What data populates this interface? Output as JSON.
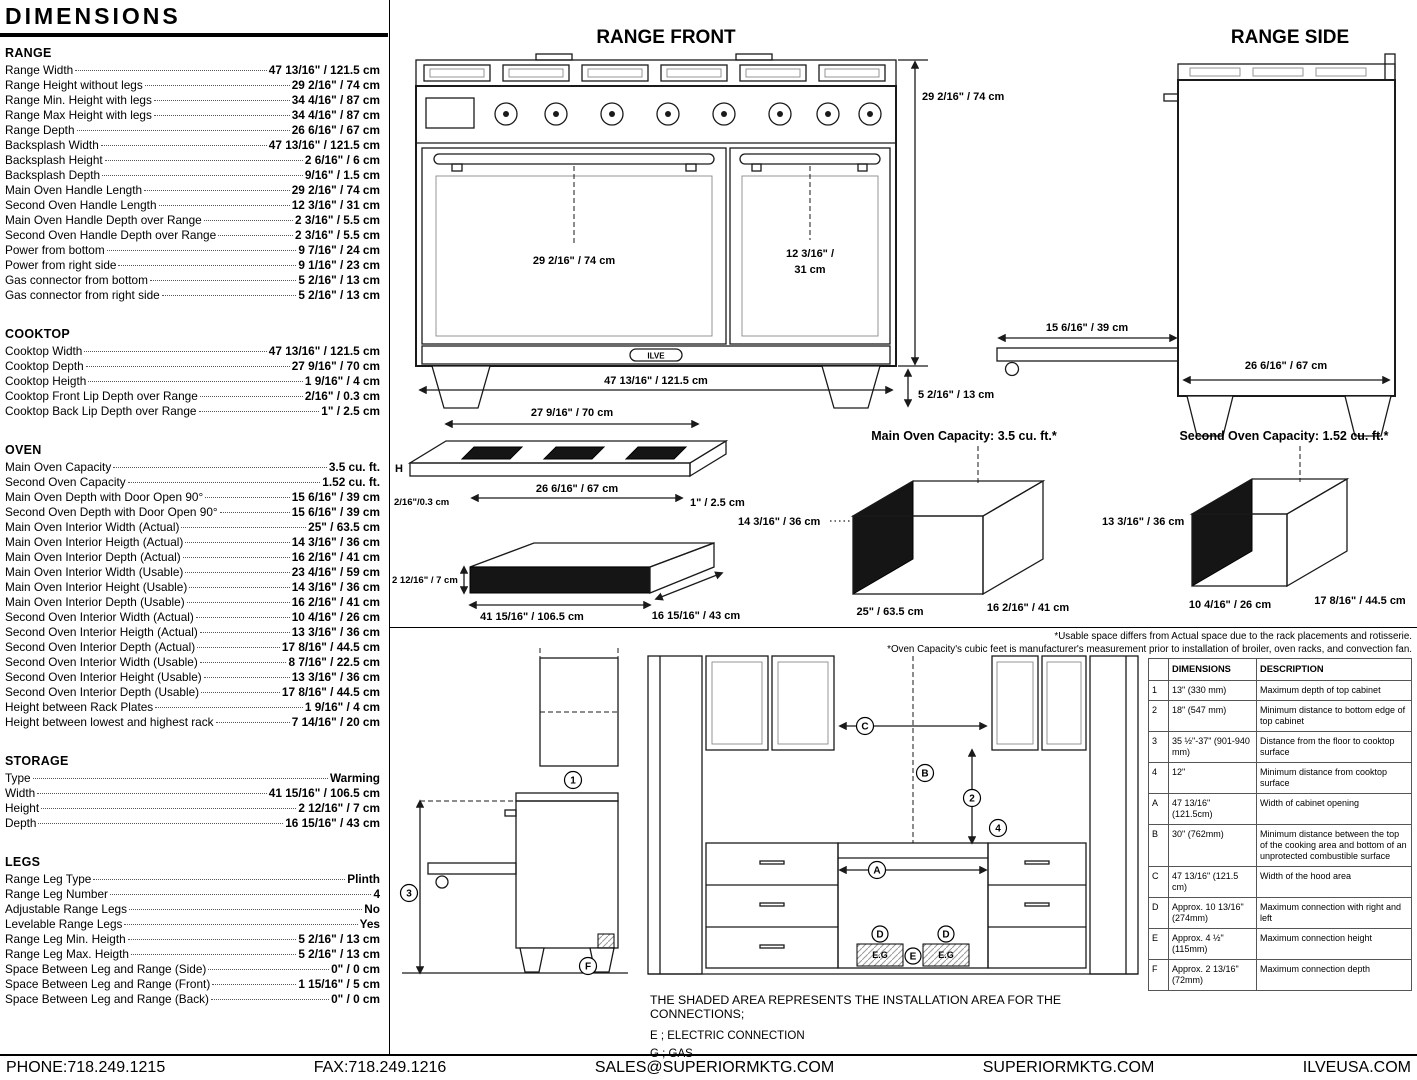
{
  "page_title": "DIMENSIONS",
  "specs": {
    "sections": [
      {
        "title": "RANGE",
        "rows": [
          {
            "label": "Range Width",
            "value": "47 13/16\" / 121.5 cm"
          },
          {
            "label": "Range Height without legs",
            "value": "29 2/16\" / 74 cm"
          },
          {
            "label": "Range Min. Height with legs",
            "value": "34 4/16\" / 87 cm"
          },
          {
            "label": "Range Max Height with legs",
            "value": "34 4/16\" / 87 cm"
          },
          {
            "label": "Range Depth",
            "value": "26 6/16\" / 67 cm"
          },
          {
            "label": "Backsplash Width",
            "value": "47 13/16\" / 121.5 cm"
          },
          {
            "label": "Backsplash Height",
            "value": "2 6/16\" / 6 cm"
          },
          {
            "label": "Backsplash Depth",
            "value": "9/16\" / 1.5 cm"
          },
          {
            "label": "Main Oven Handle Length",
            "value": "29 2/16\" / 74 cm"
          },
          {
            "label": "Second Oven Handle Length",
            "value": "12 3/16\" / 31 cm"
          },
          {
            "label": "Main Oven Handle Depth over Range",
            "value": "2 3/16\" / 5.5 cm"
          },
          {
            "label": "Second Oven Handle Depth over Range",
            "value": "2 3/16\" / 5.5 cm"
          },
          {
            "label": "Power from bottom",
            "value": "9 7/16\" / 24 cm"
          },
          {
            "label": "Power from right side",
            "value": "9 1/16\" / 23 cm"
          },
          {
            "label": "Gas connector from bottom",
            "value": "5 2/16\" / 13 cm"
          },
          {
            "label": "Gas connector from right side",
            "value": "5 2/16\" / 13 cm"
          }
        ]
      },
      {
        "title": "COOKTOP",
        "rows": [
          {
            "label": "Cooktop Width",
            "value": "47 13/16\" / 121.5 cm"
          },
          {
            "label": "Cooktop Depth",
            "value": "27 9/16\" / 70 cm"
          },
          {
            "label": "Cooktop Heigth",
            "value": "1 9/16\" / 4 cm"
          },
          {
            "label": "Cooktop Front Lip Depth over Range",
            "value": "2/16\" / 0.3 cm"
          },
          {
            "label": "Cooktop Back Lip Depth over Range",
            "value": "1\" / 2.5 cm"
          }
        ]
      },
      {
        "title": "OVEN",
        "rows": [
          {
            "label": "Main Oven Capacity",
            "value": "3.5 cu. ft."
          },
          {
            "label": "Second Oven Capacity",
            "value": "1.52 cu. ft."
          },
          {
            "label": "Main Oven Depth with Door Open 90°",
            "value": "15 6/16\" / 39 cm"
          },
          {
            "label": "Second Oven Depth with Door Open 90°",
            "value": "15 6/16\" / 39 cm"
          },
          {
            "label": "Main Oven Interior Width (Actual)",
            "value": "25\" / 63.5 cm"
          },
          {
            "label": "Main Oven Interior Heigth (Actual)",
            "value": "14 3/16\" / 36 cm"
          },
          {
            "label": "Main Oven Interior Depth (Actual)",
            "value": "16 2/16\" / 41 cm"
          },
          {
            "label": "Main Oven Interior Width (Usable)",
            "value": "23 4/16\" / 59 cm"
          },
          {
            "label": "Main Oven Interior Height (Usable)",
            "value": "14 3/16\" / 36 cm"
          },
          {
            "label": "Main Oven Interior Depth (Usable)",
            "value": "16 2/16\" / 41 cm"
          },
          {
            "label": "Second Oven Interior Width (Actual)",
            "value": "10 4/16\" / 26 cm"
          },
          {
            "label": "Second Oven Interior Heigth (Actual)",
            "value": "13 3/16\" / 36 cm"
          },
          {
            "label": "Second Oven Interior Depth (Actual)",
            "value": "17 8/16\" / 44.5 cm"
          },
          {
            "label": "Second Oven Interior Width (Usable)",
            "value": "8 7/16\" / 22.5 cm"
          },
          {
            "label": "Second Oven Interior Height (Usable)",
            "value": "13 3/16\" / 36 cm"
          },
          {
            "label": "Second Oven Interior Depth (Usable)",
            "value": "17 8/16\" / 44.5 cm"
          },
          {
            "label": "Height between Rack Plates",
            "value": "1 9/16\" / 4 cm"
          },
          {
            "label": "Height between lowest and highest rack",
            "value": "7 14/16\" / 20 cm"
          }
        ]
      },
      {
        "title": "STORAGE",
        "rows": [
          {
            "label": "Type",
            "value": "Warming"
          },
          {
            "label": "Width",
            "value": "41 15/16\" / 106.5 cm"
          },
          {
            "label": "Height",
            "value": "2 12/16\" / 7 cm"
          },
          {
            "label": "Depth",
            "value": "16 15/16\" / 43 cm"
          }
        ]
      },
      {
        "title": "LEGS",
        "rows": [
          {
            "label": "Range Leg Type",
            "value": "Plinth"
          },
          {
            "label": "Range Leg Number",
            "value": "4"
          },
          {
            "label": "Adjustable Range Legs",
            "value": "No"
          },
          {
            "label": "Levelable Range Legs",
            "value": "Yes"
          },
          {
            "label": "Range Leg Min. Heigth",
            "value": "5 2/16\" / 13 cm"
          },
          {
            "label": "Range Leg Max. Heigth",
            "value": "5 2/16\" / 13 cm"
          },
          {
            "label": "Space Between Leg and Range (Side)",
            "value": "0\" / 0 cm"
          },
          {
            "label": "Space Between Leg and Range (Front)",
            "value": "1 15/16\" / 5 cm"
          },
          {
            "label": "Space Between Leg and Range (Back)",
            "value": "0\" / 0 cm"
          }
        ]
      }
    ]
  },
  "front": {
    "title": "RANGE FRONT",
    "logo": "ILVE",
    "dims": {
      "height": "29 2/16\" / 74 cm",
      "main_handle": "29 2/16\" / 74 cm",
      "second_handle_line1": "12 3/16\" /",
      "second_handle_line2": "31 cm",
      "width": "47 13/16\" / 121.5 cm",
      "leg_height": "5 2/16\" / 13 cm"
    }
  },
  "side": {
    "title": "RANGE SIDE",
    "dims": {
      "door_open": "15 6/16\" / 39 cm",
      "depth": "26 6/16\" / 67 cm"
    }
  },
  "cooktop_drawing": {
    "dims": {
      "outer_width": "27 9/16\" / 70 cm",
      "inner_width": "26 6/16\" / 67 cm",
      "back_lip": "1\" / 2.5 cm",
      "front_lip": "2/16\"/0.3 cm",
      "height_label": "H"
    }
  },
  "drawer_drawing": {
    "dims": {
      "height": "2 12/16\" / 7 cm",
      "width": "41 15/16\" / 106.5 cm",
      "depth": "16 15/16\" / 43 cm"
    }
  },
  "main_oven": {
    "title": "Main Oven Capacity: 3.5 cu. ft.*",
    "dims": {
      "height": "14 3/16\" / 36 cm",
      "width": "25\" / 63.5 cm",
      "depth": "16 2/16\" / 41 cm"
    }
  },
  "second_oven": {
    "title": "Second Oven Capacity: 1.52 cu. ft.*",
    "dims": {
      "height": "13 3/16\" / 36 cm",
      "width": "10 4/16\" / 26 cm",
      "depth": "17 8/16\" / 44.5 cm"
    }
  },
  "footnotes": [
    "*Usable space differs from Actual space due to the rack placements and rotisserie.",
    "*Oven Capacity's cubic feet is manufacturer's measurement prior to installation of broiler, oven racks, and convection fan."
  ],
  "installation": {
    "note": "THE SHADED AREA REPRESENTS THE INSTALLATION AREA FOR THE CONNECTIONS;",
    "legend": [
      "E ; ELECTRIC CONNECTION",
      "G ; GAS"
    ],
    "shaded_label": "E.G",
    "markers": {
      "n1": "1",
      "n2": "2",
      "n3": "3",
      "n4": "4",
      "a": "A",
      "b": "B",
      "c": "C",
      "d": "D",
      "e": "E",
      "f": "F"
    },
    "table": {
      "headers": [
        "DIMENSIONS",
        "DESCRIPTION"
      ],
      "rows": [
        {
          "id": "1",
          "dimension": "13\" (330 mm)",
          "description": "Maximum depth of top cabinet"
        },
        {
          "id": "2",
          "dimension": "18\" (547 mm)",
          "description": "Minimum distance to bottom edge of top cabinet"
        },
        {
          "id": "3",
          "dimension": "35 ½\"-37\" (901-940 mm)",
          "description": "Distance from the floor to cooktop surface"
        },
        {
          "id": "4",
          "dimension": "12\"",
          "description": "Minimum distance from cooktop surface"
        },
        {
          "id": "A",
          "dimension": "47 13/16\" (121.5cm)",
          "description": "Width of cabinet opening"
        },
        {
          "id": "B",
          "dimension": "30\" (762mm)",
          "description": "Minimum distance between the top of the cooking area and bottom of an unprotected combustible surface"
        },
        {
          "id": "C",
          "dimension": "47 13/16\" (121.5 cm)",
          "description": "Width of the hood area"
        },
        {
          "id": "D",
          "dimension": "Approx. 10 13/16\" (274mm)",
          "description": "Maximum connection with right and left"
        },
        {
          "id": "E",
          "dimension": "Approx. 4 ½\" (115mm)",
          "description": "Maximum connection height"
        },
        {
          "id": "F",
          "dimension": "Approx. 2 13/16\" (72mm)",
          "description": "Maximum connection depth"
        }
      ]
    }
  },
  "footer": {
    "phone": "PHONE:718.249.1215",
    "fax": "FAX:718.249.1216",
    "email": "SALES@SUPERIORMKTG.COM",
    "website": "SUPERIORMKTG.COM",
    "brand_website": "ILVEUSA.COM"
  }
}
